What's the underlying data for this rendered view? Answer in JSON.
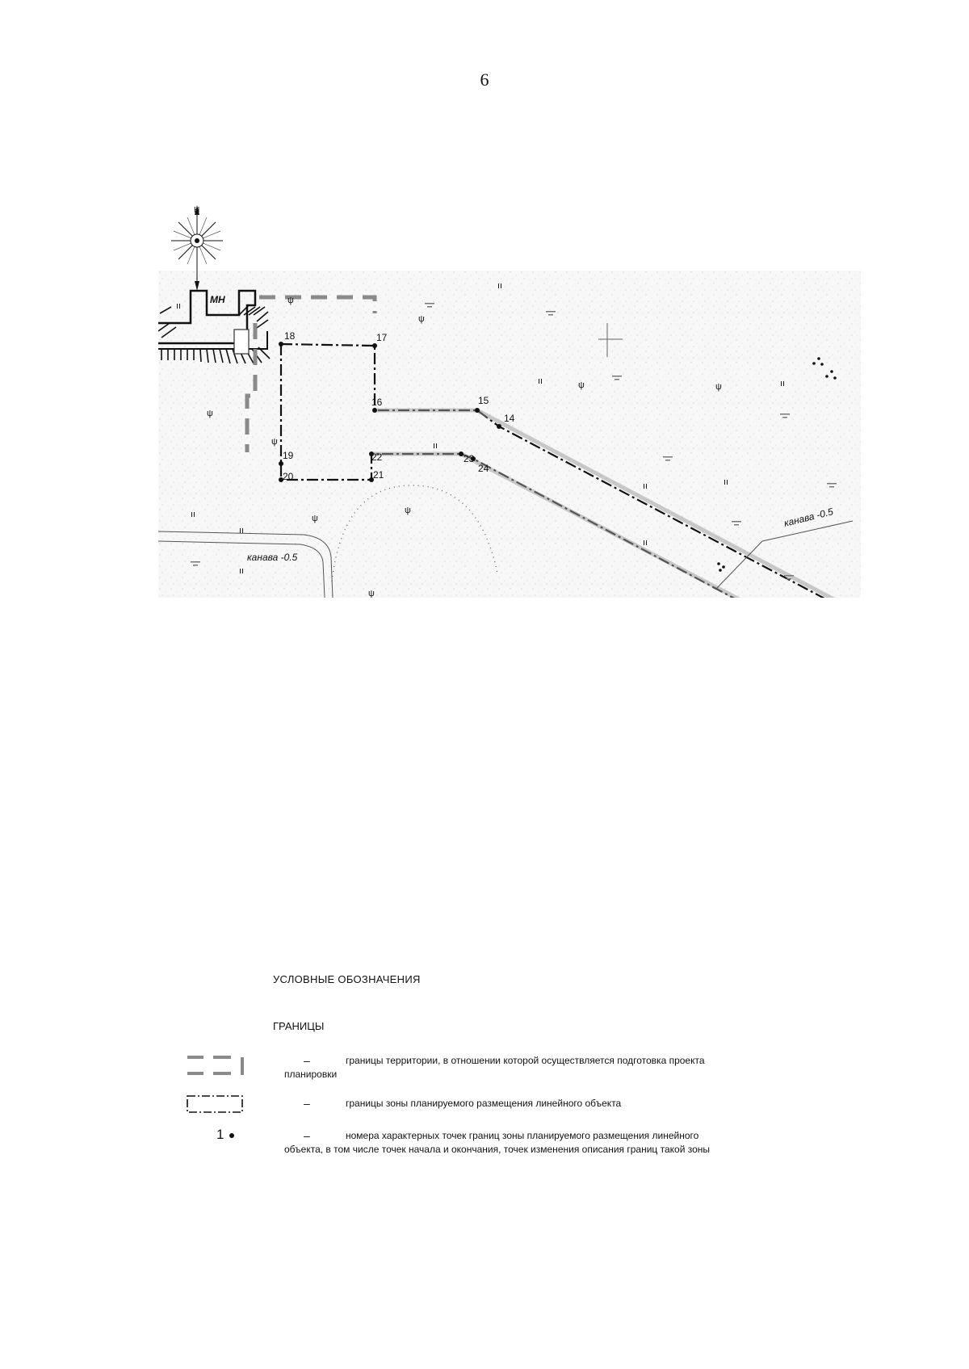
{
  "page": {
    "number": "6"
  },
  "map": {
    "compass_label": "Н",
    "building_label": "МН",
    "ditch_left": "канава -0.5",
    "ditch_right": "канава -0.5",
    "points": [
      "14",
      "15",
      "16",
      "17",
      "18",
      "19",
      "20",
      "21",
      "22",
      "23",
      "24"
    ]
  },
  "legend": {
    "title": "УСЛОВНЫЕ ОБОЗНАЧЕНИЯ",
    "subtitle": "ГРАНИЦЫ",
    "dash": "–",
    "items": [
      {
        "text": "границы территории, в отношении которой осуществляется подготовка проекта планировки"
      },
      {
        "text": "границы зоны планируемого размещения линейного объекта"
      },
      {
        "symbol_label": "1",
        "text": "номера характерных точек границ зоны планируемого размещения линейного объекта, в том числе точек начала и окончания, точек изменения описания границ такой зоны"
      }
    ]
  }
}
